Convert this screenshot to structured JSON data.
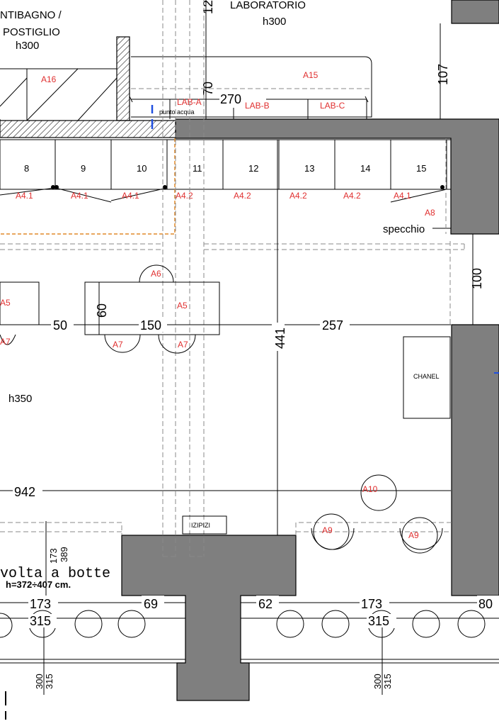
{
  "rooms": {
    "antibagno_line1": "NTIBAGNO /",
    "antibagno_line2": "POSTIGLIO",
    "antibagno_height": "h300",
    "laboratorio": "LABORATORIO",
    "laboratorio_height": "h300",
    "main_height": "h350",
    "vault_line1": "volta a botte",
    "vault_line2": "h=372÷407 cm."
  },
  "dimensions": {
    "d12": "12",
    "d107": "107",
    "d70": "70",
    "d270": "270",
    "d100": "100",
    "d50": "50",
    "d60": "60",
    "d150": "150",
    "d441": "441",
    "d257": "257",
    "d942": "942",
    "d173a": "173",
    "d389": "389",
    "d173v": "173",
    "d69": "69",
    "d315a": "315",
    "d62": "62",
    "d173b": "173",
    "d315b": "315",
    "d80": "80",
    "d300a": "300",
    "d315c": "315",
    "d300b": "300",
    "d315d": "315"
  },
  "modules": [
    "8",
    "9",
    "10",
    "11",
    "12",
    "13",
    "14",
    "15"
  ],
  "codes": {
    "a16": "A16",
    "a15": "A15",
    "lab_a": "LAB-A",
    "lab_b": "LAB-B",
    "lab_c": "LAB-C",
    "punto_acqua": "punto acqua",
    "under_modules": [
      "A4.1",
      "A4.1",
      "A4.1",
      "A4.2",
      "A4.2",
      "A4.2",
      "A4.2",
      "A4.1"
    ],
    "a8": "A8",
    "specchio": "specchio",
    "a6": "A6",
    "a5_left": "A5",
    "a5": "A5",
    "a7_left": "A7",
    "a7a": "A7",
    "a7b": "A7",
    "a10": "A10",
    "a9a": "A9",
    "a9b": "A9"
  },
  "brands": {
    "chanel": "CHANEL",
    "izipizi": "IZIPIZI"
  }
}
